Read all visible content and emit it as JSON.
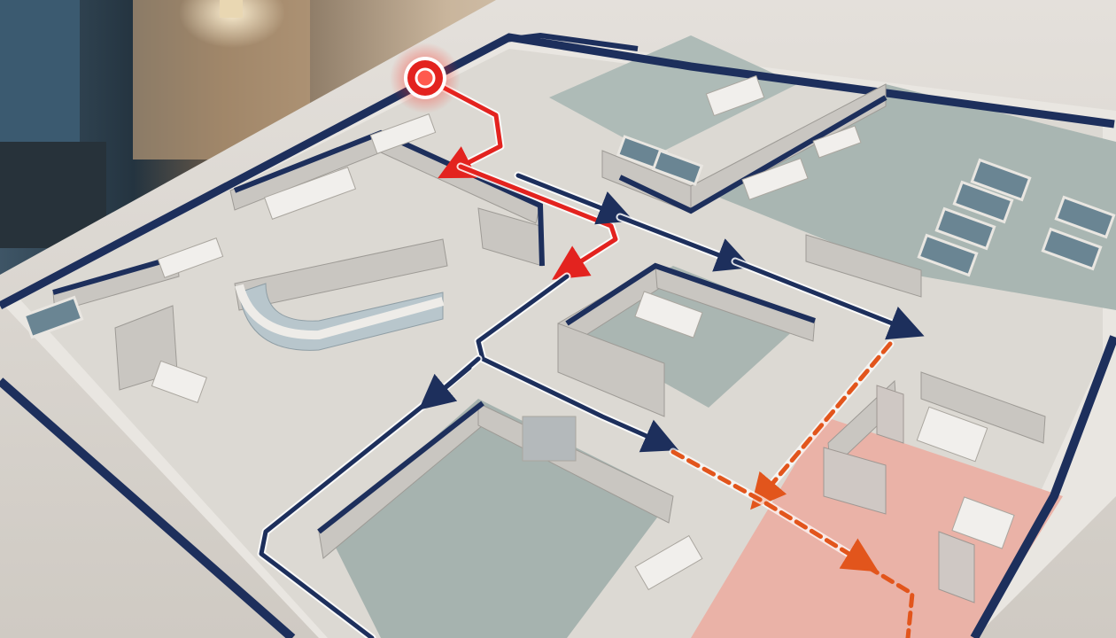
{
  "scene": {
    "subject": "3d-hospital-floor-plan-model",
    "colors": {
      "wall_navy": "#1d2f5c",
      "route_red": "#e3231f",
      "route_orange": "#e2551c",
      "floor_grey": "#dedbd6",
      "floor_teal": "#a3b1ad",
      "zone_pink": "#e8a79d",
      "table_surface": "#d8d4cf"
    },
    "routes": [
      {
        "id": "red-route",
        "style": "solid",
        "color": "#e3231f"
      },
      {
        "id": "navy-route",
        "style": "solid",
        "color": "#1d2f5c"
      },
      {
        "id": "orange-route",
        "style": "dashed",
        "color": "#e2551c"
      }
    ],
    "marker": {
      "icon": "location-pin-icon",
      "color": "#e3231f"
    }
  }
}
